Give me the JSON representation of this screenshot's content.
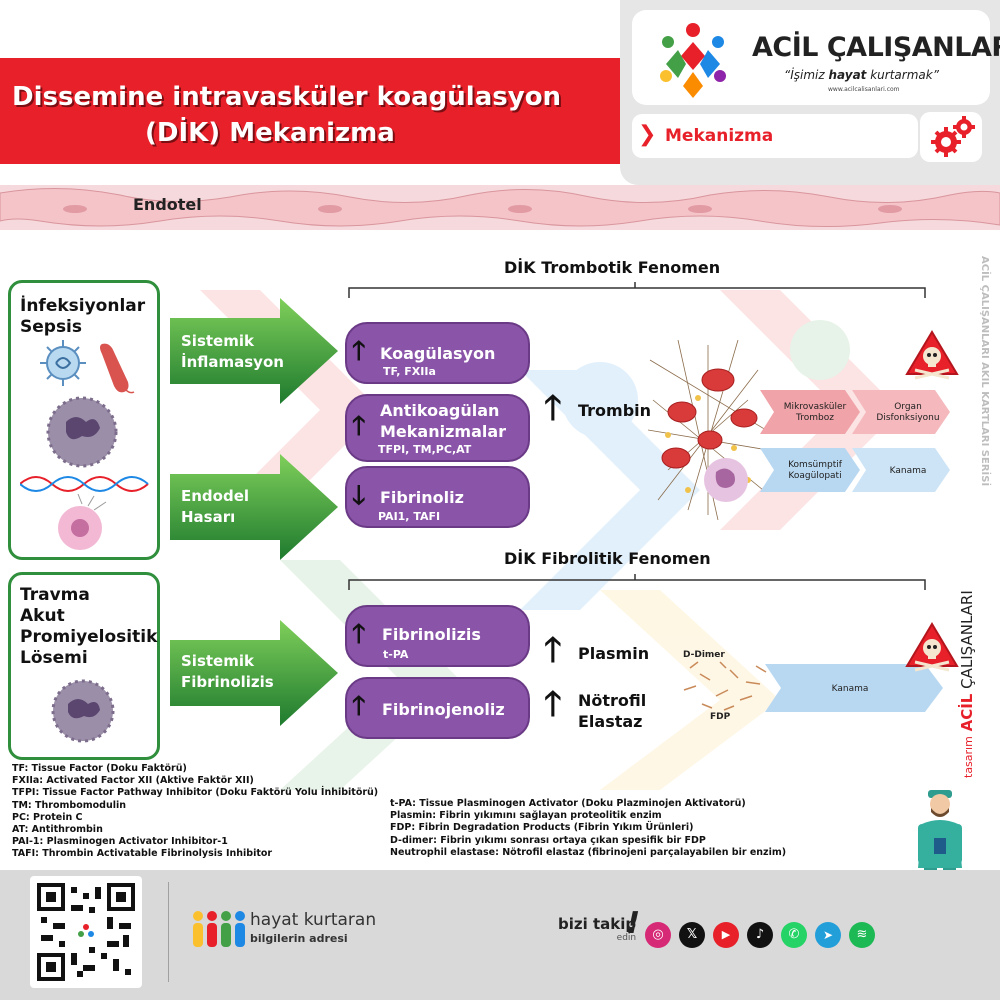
{
  "header": {
    "title_line1": "Dissemine intravasküler koagülasyon",
    "title_line2": "(DİK) Mekanizma",
    "brand_name": "ACİL ÇALIŞANLARI",
    "brand_slogan_pre": "“İşimiz ",
    "brand_slogan_bold": "hayat",
    "brand_slogan_post": " kurtarmak”",
    "brand_url": "www.acilcalisanlari.com",
    "section_label": "Mekanizma"
  },
  "endotel_label": "Endotel",
  "causes": [
    {
      "lines": [
        "İnfeksiyonlar",
        "Sepsis"
      ]
    },
    {
      "lines": [
        "Travma",
        "Akut",
        "Promiyelositik",
        "Lösemi"
      ]
    }
  ],
  "green_arrows": [
    {
      "lines": [
        "Sistemik",
        "İnflamasyon"
      ]
    },
    {
      "lines": [
        "Endodel",
        "Hasarı"
      ]
    },
    {
      "lines": [
        "Sistemik",
        "Fibrinolizis"
      ]
    }
  ],
  "thrombotic": {
    "title": "DİK Trombotik Fenomen",
    "boxes": [
      {
        "title": [
          "Koagülasyon"
        ],
        "sub": "TF, FXIIa",
        "dir": "up"
      },
      {
        "title": [
          "Antikoagülan",
          "Mekanizmalar"
        ],
        "sub": "TFPI, TM,PC,AT",
        "dir": "up"
      },
      {
        "title": [
          "Fibrinoliz"
        ],
        "sub": "PAI1, TAFI",
        "dir": "down"
      }
    ],
    "mid_label": "Trombin",
    "outcomes": [
      {
        "a": [
          "Mikrovasküler",
          "Tromboz"
        ],
        "b": [
          "Organ",
          "Disfonksiyonu"
        ],
        "color": "#f0a3a8"
      },
      {
        "a": [
          "Komsümptif",
          "Koagülopati"
        ],
        "b": [
          "Kanama"
        ],
        "color": "#b8d8f2"
      }
    ]
  },
  "fibrinolytic": {
    "title": "DİK Fibrolitik Fenomen",
    "boxes": [
      {
        "title": [
          "Fibrinolizis"
        ],
        "sub": "t-PA",
        "dir": "up"
      },
      {
        "title": [
          "Fibrinojenoliz"
        ],
        "sub": "",
        "dir": "up"
      }
    ],
    "mid_labels": [
      [
        "Plasmin"
      ],
      [
        "Nötrofil",
        "Elastaz"
      ]
    ],
    "ddimer": "D-Dimer",
    "fdp": "FDP",
    "outcome": "Kanama"
  },
  "legend_left": [
    "TF: Tissue Factor (Doku Faktörü)",
    "FXIIa: Activated Factor XII (Aktive Faktör XII)",
    "TFPI: Tissue Factor Pathway Inhibitor (Doku Faktörü Yolu İnhibitörü)",
    "TM: Thrombomodulin",
    "PC: Protein C",
    "AT: Antithrombin",
    "PAI-1: Plasminogen Activator Inhibitor-1",
    "TAFI: Thrombin Activatable Fibrinolysis Inhibitor"
  ],
  "legend_right": [
    "t-PA: Tissue Plasminogen Activator (Doku Plazminojen Aktivatorü)",
    "Plasmin: Fibrin yıkımını sağlayan proteolitik enzim",
    "FDP: Fibrin Degradation Products (Fibrin Yıkım Ürünleri)",
    "D-dimer: Fibrin yıkımı sonrası ortaya çıkan spesifik bir FDP",
    "Neutrophil elastase: Nötrofil elastaz (fibrinojeni parçalayabilen bir enzim)"
  ],
  "side": {
    "series": "ACİL ÇALIŞANLARI AKIL KARTLARI SERİSİ",
    "design_pre": "tasarım",
    "design_brand1": "ACİL",
    "design_brand2": "ÇALIŞANLARI"
  },
  "footer": {
    "hayat": "hayat kurtaran",
    "bilgi": "bilgilerin adresi",
    "follow1": "bizi takip",
    "follow2": "edin",
    "socials": [
      "instagram-icon",
      "x-icon",
      "youtube-icon",
      "tiktok-icon",
      "whatsapp-icon",
      "telegram-icon",
      "spotify-icon"
    ]
  },
  "colors": {
    "red": "#e7202a",
    "green": "#2f8f3c",
    "purple": "#8a54a8",
    "pink": "#f0a3a8",
    "blue": "#b8d8f2"
  }
}
